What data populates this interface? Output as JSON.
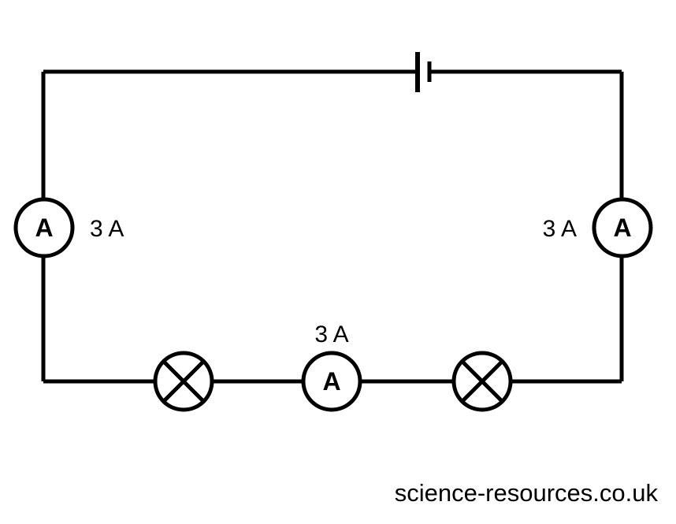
{
  "colors": {
    "line": "#000000",
    "background": "#ffffff",
    "text": "#000000"
  },
  "diagram": {
    "battery": {
      "component": "cell"
    },
    "ammeters": [
      {
        "position": "left",
        "symbol": "A",
        "reading": "3 A"
      },
      {
        "position": "right",
        "symbol": "A",
        "reading": "3 A"
      },
      {
        "position": "bottom-middle",
        "symbol": "A",
        "reading": "3 A"
      }
    ],
    "lamps": [
      {
        "position": "bottom-left"
      },
      {
        "position": "bottom-right"
      }
    ]
  },
  "watermark": {
    "text": "science-resources.co.uk"
  }
}
